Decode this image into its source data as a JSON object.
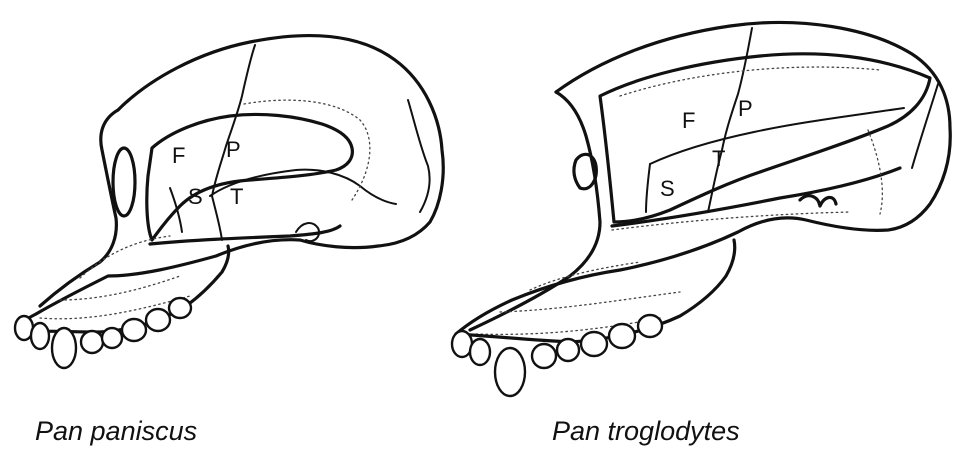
{
  "left_skull": {
    "caption": "Pan paniscus",
    "regions": {
      "frontal": "F",
      "parietal": "P",
      "sphenoid": "S",
      "temporal": "T"
    }
  },
  "right_skull": {
    "caption": "Pan troglodytes",
    "regions": {
      "frontal": "F",
      "parietal": "P",
      "sphenoid": "S",
      "temporal": "T"
    }
  }
}
